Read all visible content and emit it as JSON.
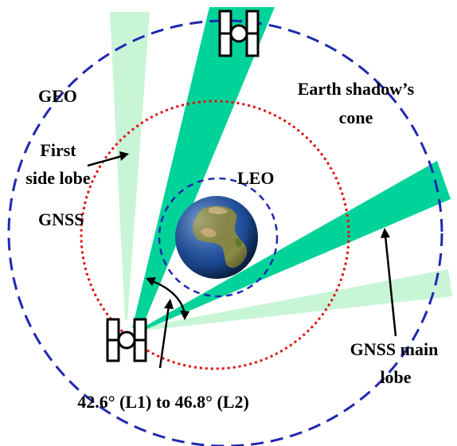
{
  "labels": {
    "geo": "GEO",
    "earth_shadow_line1": "Earth shadow’s",
    "earth_shadow_line2": "cone",
    "first_side_lobe_line1": "First",
    "first_side_lobe_line2": "side lobe",
    "leo": "LEO",
    "gnss": "GNSS",
    "gnss_main_lobe_line1": "GNSS main",
    "gnss_main_lobe_line2": "lobe",
    "angle": "42.6° (L1) to 46.8° (L2)"
  },
  "colors": {
    "main_lobe": "#00d39a",
    "side_lobe": "#c8f5d6",
    "geo_orbit": "#2028b0",
    "leo_orbit": "#2028b0",
    "gnss_orbit": "#e01010",
    "earth_ocean": "#1f4e9a",
    "earth_land": "#7a8a3a"
  },
  "icons": {
    "satellite_top": "satellite-icon",
    "satellite_bottom": "satellite-icon",
    "earth": "earth-globe-icon"
  }
}
